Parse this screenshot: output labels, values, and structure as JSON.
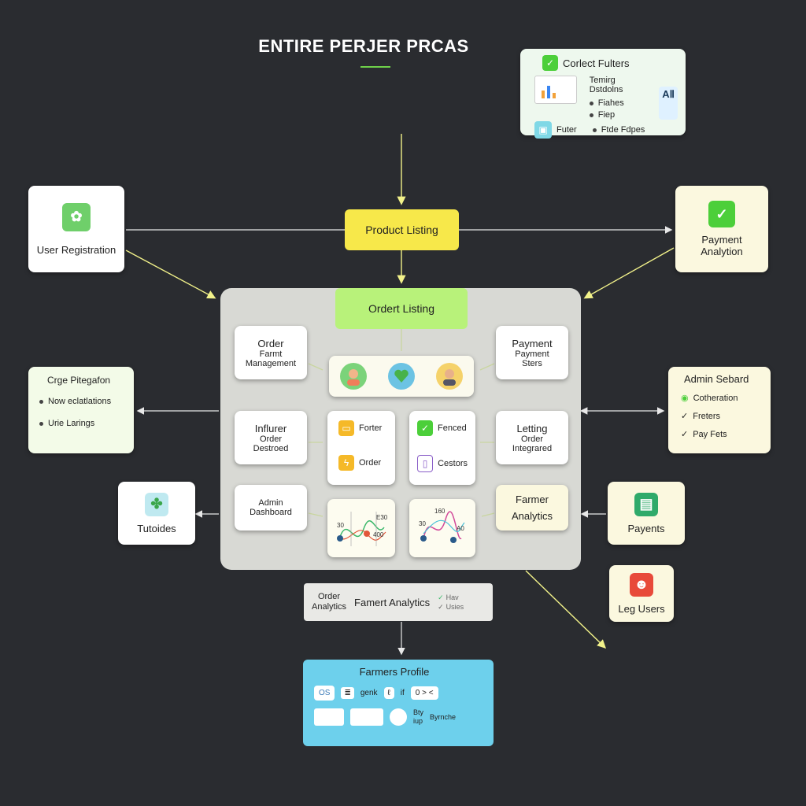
{
  "title": "ENTIRE PERJER PRCAS",
  "colors": {
    "background": "#2a2c30",
    "yellow": "#f7e84a",
    "green": "#b8f27a",
    "blue": "#6dd0ec",
    "arrow": "#f2f28a"
  },
  "nodes": {
    "top_right": {
      "title": "Corlect Fulters",
      "subtitle": "Temirg Dstdolns",
      "items": [
        "Fiahes",
        "Fiep",
        "Ftde Fdpes"
      ],
      "futer": "Futer",
      "badge": "AⅡ"
    },
    "user_registration": "User Registration",
    "product_listing": "Product Listing",
    "payment_analytion": [
      "Payment",
      "Analytion"
    ],
    "order_listing": "Ordert Listing",
    "order_mgmt": {
      "title": "Order",
      "line1": "Farmt",
      "line2": "Management"
    },
    "payment_inner": {
      "title": "Payment",
      "line1": "Payment",
      "line2": "Sters"
    },
    "influencer": {
      "title": "Influrer",
      "line1": "Order",
      "line2": "Destroed"
    },
    "feature_box": {
      "a": "Forter",
      "b": "Order"
    },
    "fenced_box": {
      "a": "Fenced",
      "b": "Cestors"
    },
    "letting": {
      "title": "Letting",
      "line1": "Order",
      "line2": "Integrared"
    },
    "admin_dashboard": [
      "Admin",
      "Dashboard"
    ],
    "chart1": {
      "l": "30",
      "r": "E30",
      "b": "400"
    },
    "chart2": {
      "t": "160",
      "l": "30",
      "r": "A0"
    },
    "farmer_analytics": [
      "Farmer",
      "Analytics"
    ],
    "crge": {
      "title": "Crge Pitegafon",
      "items": [
        "Now eclatlations",
        "Urie Larings"
      ]
    },
    "admin_sebard": {
      "title": "Admin Sebard",
      "items": [
        "Cotheration",
        "Freters",
        "Pay Fets"
      ]
    },
    "tutoides": "Tutoides",
    "payents": "Payents",
    "leg_users": "Leg Users",
    "order_analytics": {
      "left": [
        "Order",
        "Analytics"
      ],
      "center": "Famert Analytics",
      "right": [
        "Hav",
        "Usies"
      ]
    },
    "farmers_profile": {
      "title": "Farmers Profile",
      "items": [
        "OS",
        "genk",
        "if",
        "0 > <",
        "Bty",
        "Byrnche",
        "iup"
      ]
    }
  }
}
